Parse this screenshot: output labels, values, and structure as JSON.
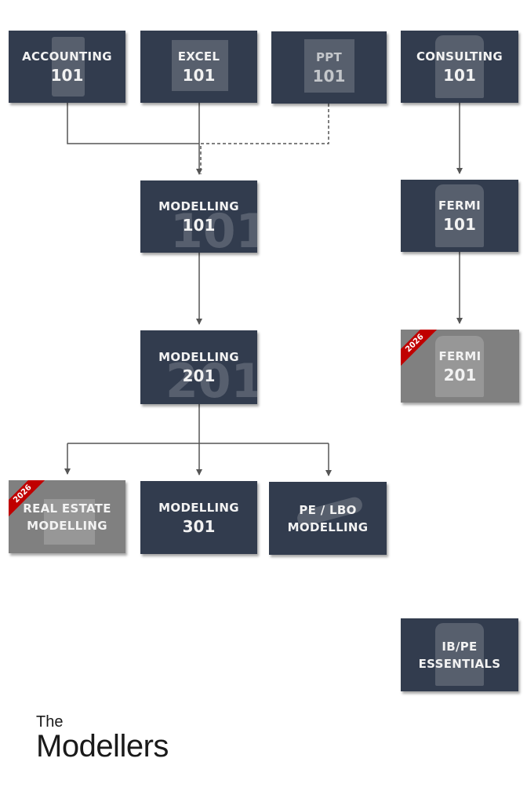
{
  "courses": {
    "accounting": {
      "title": "ACCOUNTING",
      "num": "101"
    },
    "excel": {
      "title": "EXCEL",
      "num": "101"
    },
    "ppt": {
      "title": "PPT",
      "num": "101"
    },
    "consulting": {
      "title": "CONSULTING",
      "num": "101"
    },
    "modelling101": {
      "title": "MODELLING",
      "num": "101"
    },
    "fermi101": {
      "title": "FERMI",
      "num": "101"
    },
    "modelling201": {
      "title": "MODELLING",
      "num": "201"
    },
    "fermi201": {
      "title": "FERMI",
      "num": "201",
      "badge": "2026"
    },
    "realestate": {
      "title": "REAL ESTATE",
      "num": "MODELLING",
      "badge": "2026"
    },
    "modelling301": {
      "title": "MODELLING",
      "num": "301"
    },
    "pelbo": {
      "title": "PE / LBO",
      "num": "MODELLING"
    },
    "ibpe": {
      "title": "IB/PE",
      "num": "ESSENTIALS"
    }
  },
  "logo": {
    "line1": "The",
    "line2": "Modellers"
  },
  "colors": {
    "active": "#323c4e",
    "upcoming": "#808080",
    "badge": "#c00000"
  }
}
